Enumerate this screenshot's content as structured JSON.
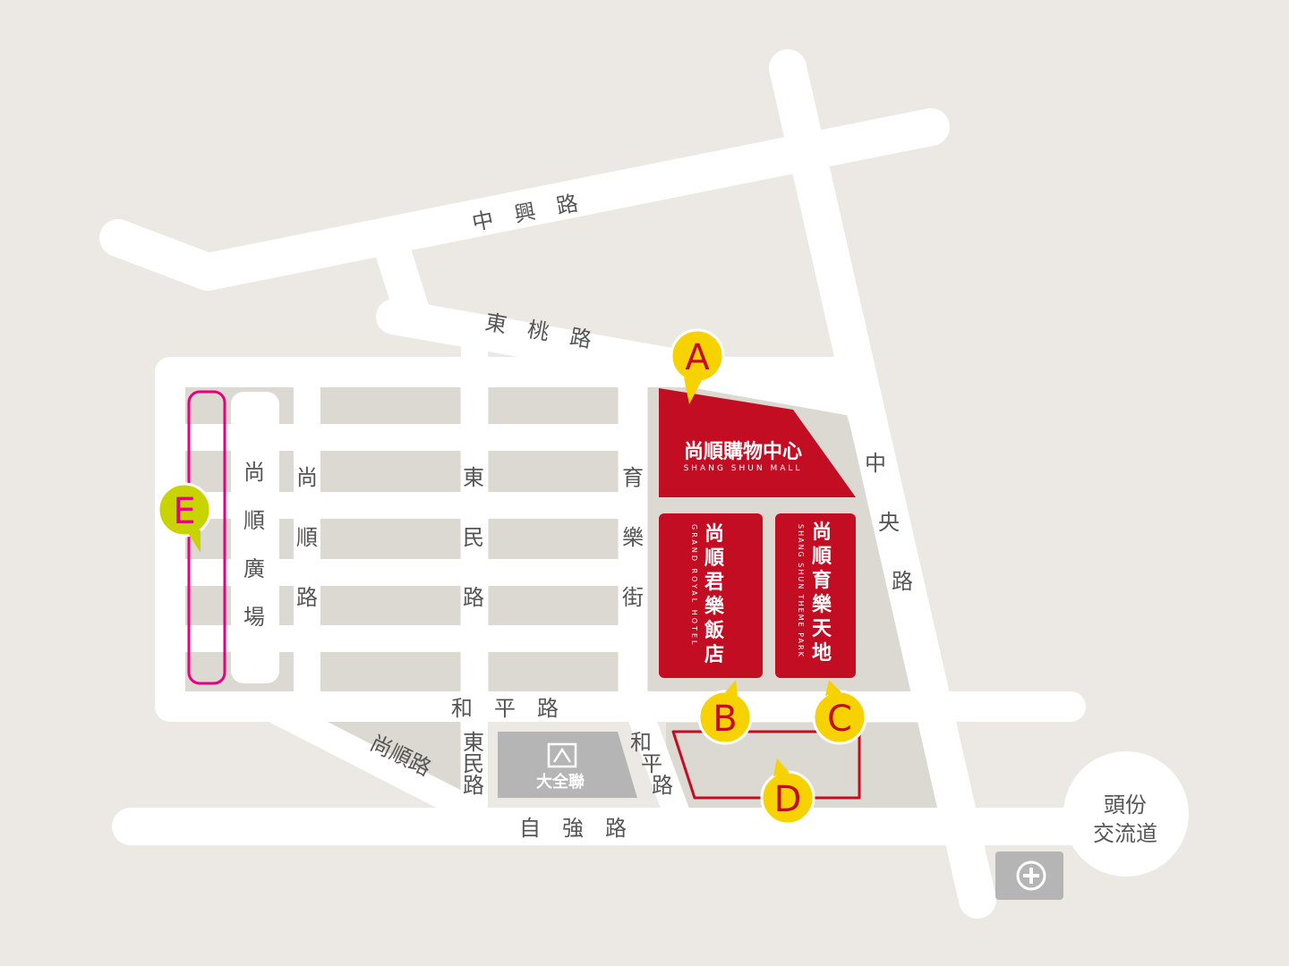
{
  "colors": {
    "background": "#ece9e4",
    "block": "#dcd8d2",
    "road": "#ffffff",
    "brand_red": "#c30d23",
    "marker_yellow": "#f5d200",
    "marker_lime": "#c9d300",
    "plaza_pink": "#e4007f",
    "grey_building": "#b5b5b5"
  },
  "roads": {
    "zhongxing": "中　興　路",
    "dongtao": "東　桃　路",
    "zhongyang": [
      "中",
      "央",
      "路"
    ],
    "shangshun_v": [
      "尚",
      "順",
      "路"
    ],
    "dongmin_v": [
      "東",
      "民",
      "路"
    ],
    "yuyue": [
      "育",
      "樂",
      "街"
    ],
    "heping": "和　平　路",
    "shangshun_diag": "尚順路",
    "dongmin_small": [
      "東",
      "民",
      "路"
    ],
    "heping_diag": [
      "和",
      "平",
      "路"
    ],
    "ziqiang": "自　強　路"
  },
  "interchange": {
    "line1": "頭份",
    "line2": "交流道"
  },
  "plaza": [
    "尚",
    "順",
    "廣",
    "場"
  ],
  "buildings": {
    "mall": {
      "name": "尚順購物中心",
      "en": "SHANG SHUN MALL"
    },
    "hotel": {
      "name": [
        "尚",
        "順",
        "君",
        "樂",
        "飯",
        "店"
      ],
      "en": "GRAND ROYAL HOTEL"
    },
    "park": {
      "name": [
        "尚",
        "順",
        "育",
        "樂",
        "天",
        "地"
      ],
      "en": "SHANG SHUN THEME PARK"
    },
    "supermarket": {
      "name": "大全聯"
    }
  },
  "markers": {
    "A": "A",
    "B": "B",
    "C": "C",
    "D": "D",
    "E": "E"
  }
}
